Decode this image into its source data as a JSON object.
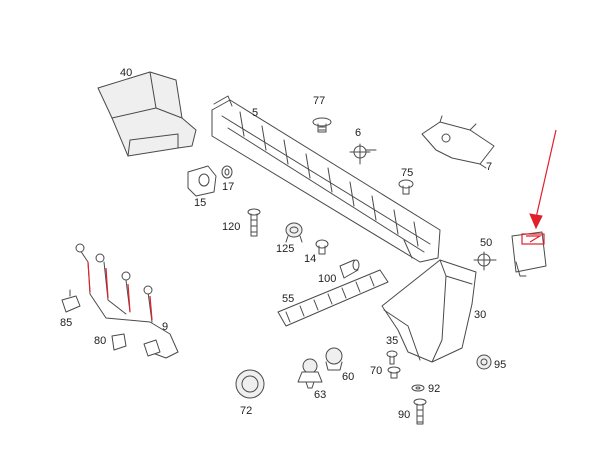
{
  "colors": {
    "line": "#4a4a4a",
    "accent": "#e0202a",
    "label": "#222222",
    "background": "#ffffff"
  },
  "labels": {
    "p40": "40",
    "p5": "5",
    "p77": "77",
    "p6": "6",
    "p7": "7",
    "p15": "15",
    "p17": "17",
    "p75": "75",
    "p120": "120",
    "p125": "125",
    "p14": "14",
    "p50": "50",
    "p100": "100",
    "p55": "55",
    "p30": "30",
    "p85": "85",
    "p9": "9",
    "p80": "80",
    "p35": "35",
    "p60": "60",
    "p95": "95",
    "p70": "70",
    "p63": "63",
    "p92": "92",
    "p72": "72",
    "p90": "90"
  },
  "highlight": {
    "icon": "arrow-icon"
  }
}
